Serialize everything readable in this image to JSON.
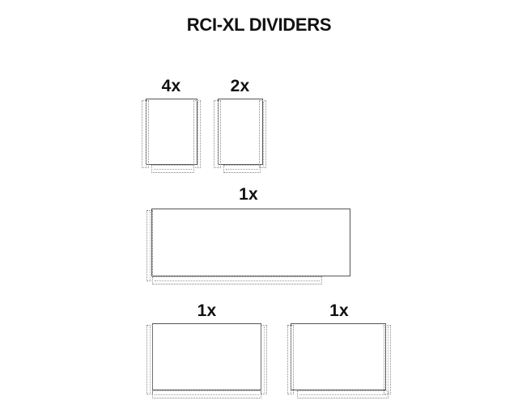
{
  "title": "RCI-XL DIVIDERS",
  "colors": {
    "background": "#ffffff",
    "text": "#111111",
    "panel_outline": "#555555",
    "stitch_dots": "#8a8a8a"
  },
  "dividers": [
    {
      "id": "tall-narrow-a",
      "quantity_label": "4x"
    },
    {
      "id": "tall-narrow-b",
      "quantity_label": "2x"
    },
    {
      "id": "long-panel",
      "quantity_label": "1x"
    },
    {
      "id": "medium-panel-a",
      "quantity_label": "1x"
    },
    {
      "id": "medium-panel-b",
      "quantity_label": "1x"
    }
  ]
}
